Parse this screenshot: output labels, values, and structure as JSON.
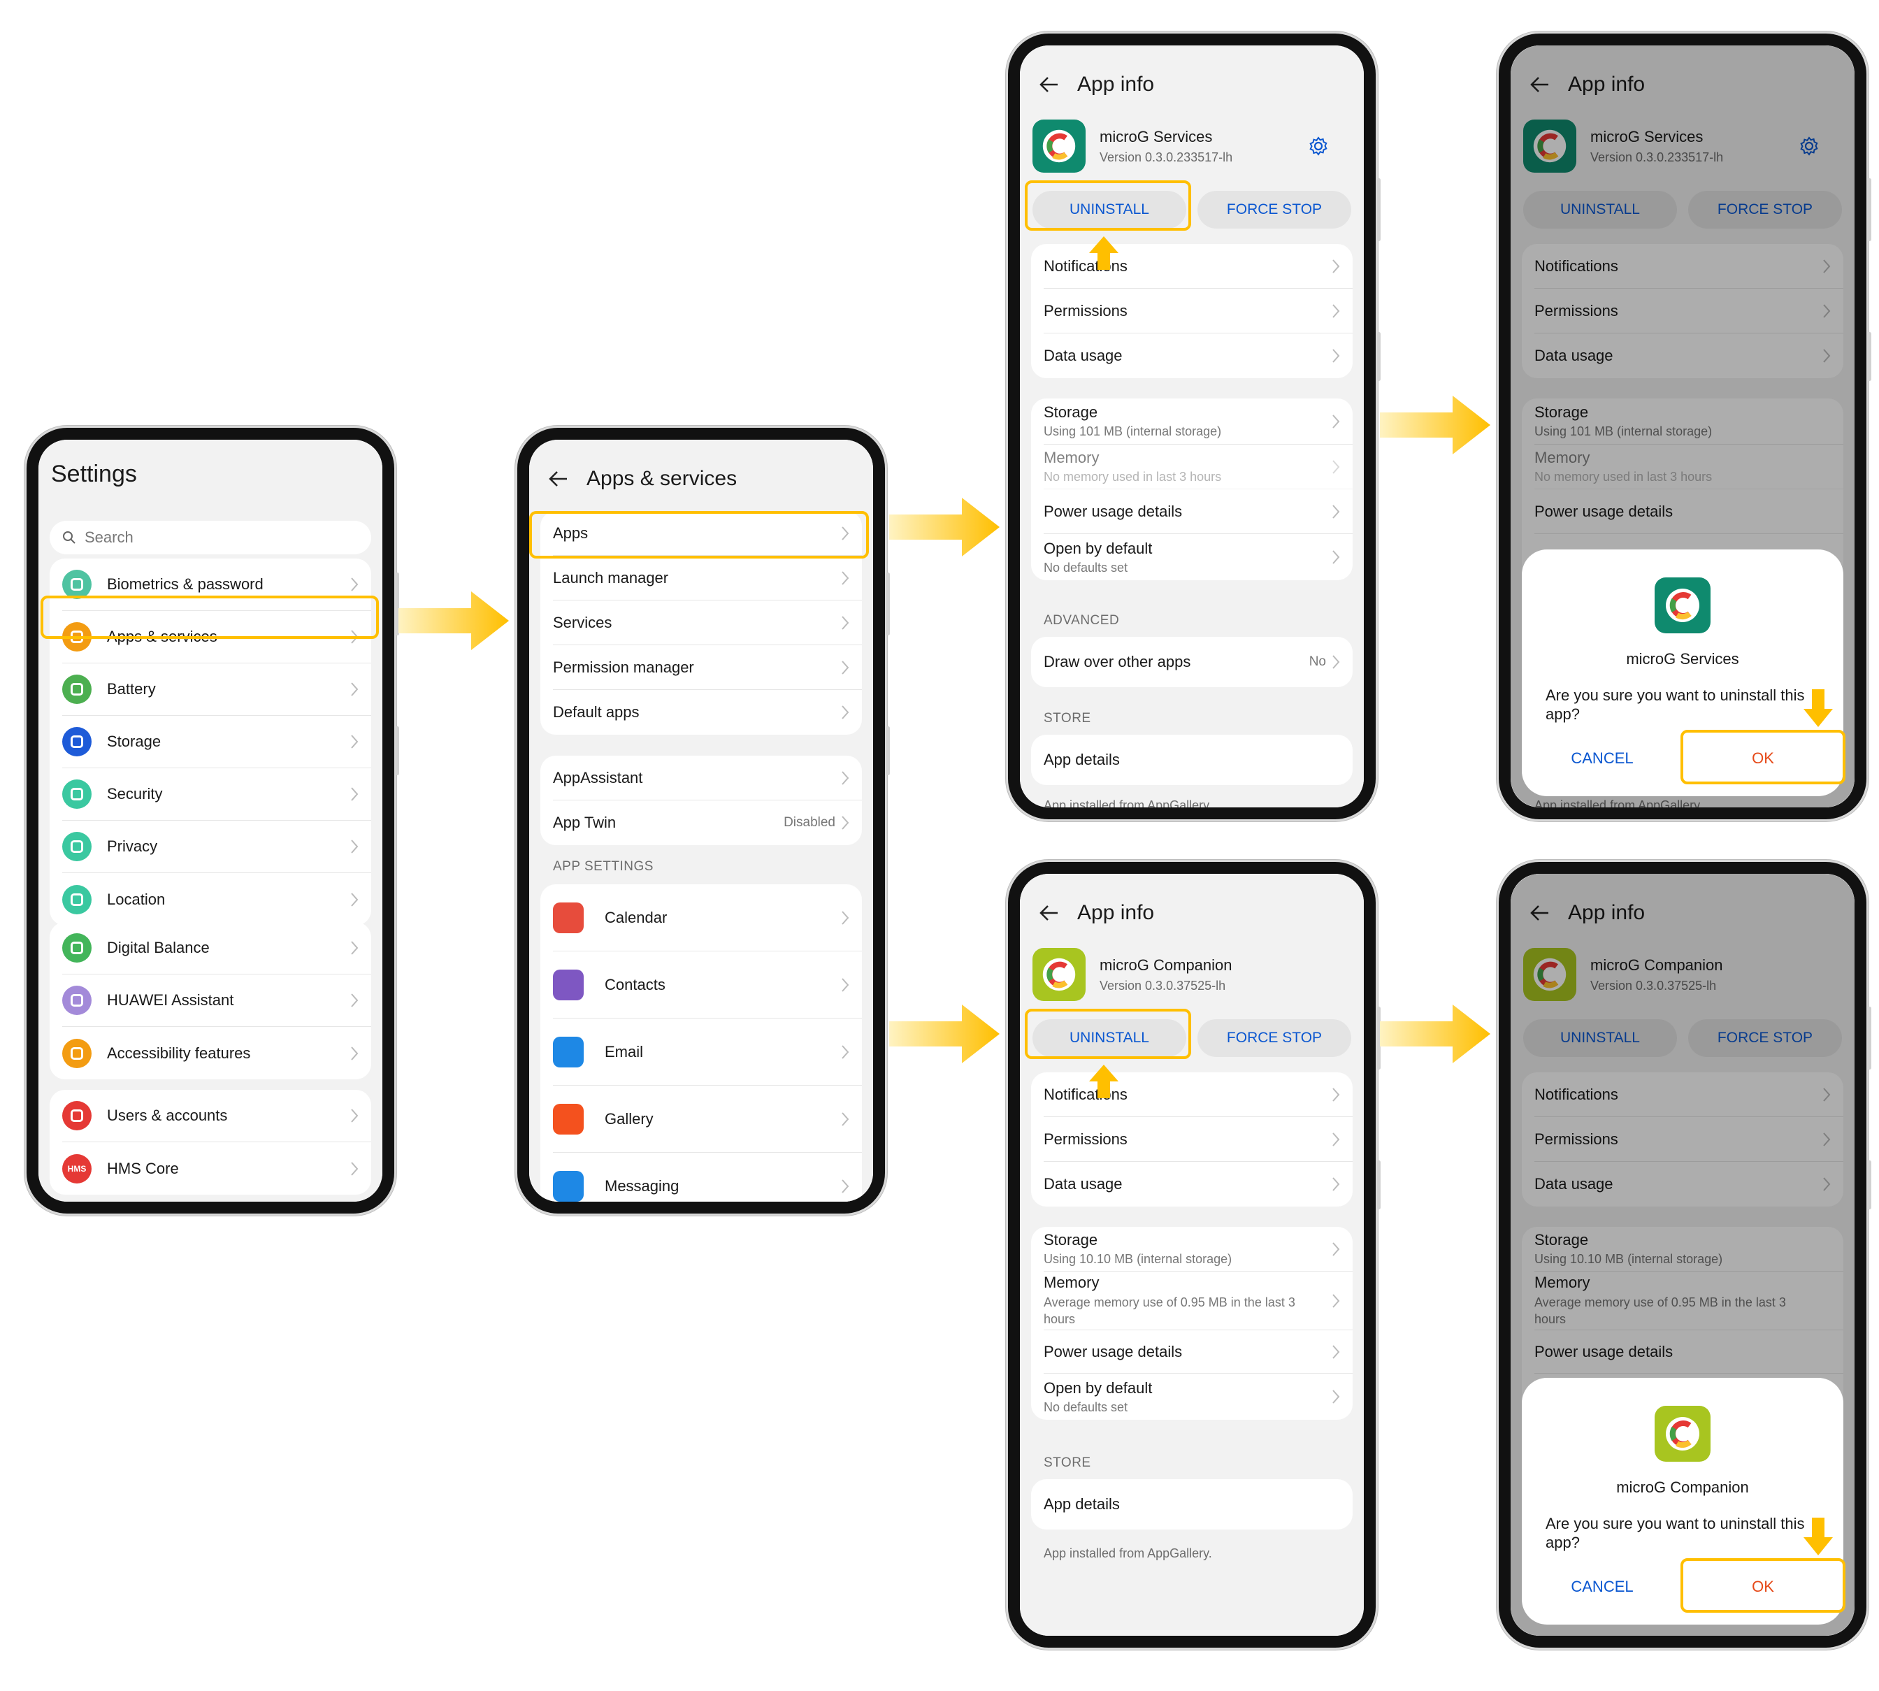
{
  "colors": {
    "highlight": "#ffbf00",
    "accent_blue": "#0b57d0",
    "ok_red": "#e64a19"
  },
  "settings": {
    "title": "Settings",
    "search_placeholder": "Search",
    "group1": [
      {
        "label": "Biometrics & password",
        "icon": "key-icon",
        "color": "#4fc3a1"
      },
      {
        "label": "Apps & services",
        "icon": "apps-grid-icon",
        "color": "#f39c12"
      },
      {
        "label": "Battery",
        "icon": "battery-icon",
        "color": "#4caf50"
      },
      {
        "label": "Storage",
        "icon": "storage-icon",
        "color": "#1e5bd8"
      },
      {
        "label": "Security",
        "icon": "shield-icon",
        "color": "#3ac8a0"
      },
      {
        "label": "Privacy",
        "icon": "privacy-icon",
        "color": "#3ac8a0"
      },
      {
        "label": "Location",
        "icon": "location-pin-icon",
        "color": "#3ac8a0"
      }
    ],
    "group2": [
      {
        "label": "Digital Balance",
        "icon": "hourglass-icon",
        "color": "#43b55a"
      },
      {
        "label": "HUAWEI Assistant",
        "icon": "assistant-orb-icon",
        "color": "#a38ad9"
      },
      {
        "label": "Accessibility features",
        "icon": "hand-icon",
        "color": "#f39c12"
      }
    ],
    "group3": [
      {
        "label": "Users & accounts",
        "icon": "user-icon",
        "color": "#e53935"
      },
      {
        "label": "HMS Core",
        "icon": "hms-icon",
        "color": "#e53935",
        "text": "HMS"
      }
    ]
  },
  "apps_services": {
    "title": "Apps & services",
    "group1": [
      "Apps",
      "Launch manager",
      "Services",
      "Permission manager",
      "Default apps"
    ],
    "group2": [
      {
        "label": "AppAssistant",
        "value": ""
      },
      {
        "label": "App Twin",
        "value": "Disabled"
      }
    ],
    "section": "APP SETTINGS",
    "group3": [
      {
        "label": "Calendar",
        "icon": "calendar-icon",
        "color": "#e74c3c"
      },
      {
        "label": "Contacts",
        "icon": "contacts-icon",
        "color": "#7e57c2"
      },
      {
        "label": "Email",
        "icon": "email-icon",
        "color": "#1e88e5"
      },
      {
        "label": "Gallery",
        "icon": "gallery-icon",
        "color": "#f4511e"
      },
      {
        "label": "Messaging",
        "icon": "messaging-icon",
        "color": "#1e88e5"
      }
    ]
  },
  "services_info": {
    "title": "App info",
    "app_name": "microG Services",
    "version": "Version 0.3.0.233517-lh",
    "uninstall": "UNINSTALL",
    "force_stop": "FORCE STOP",
    "group1": [
      "Notifications",
      "Permissions",
      "Data usage"
    ],
    "storage_label": "Storage",
    "storage_sub": "Using 101 MB (internal storage)",
    "memory_label": "Memory",
    "memory_sub": "No memory used in last 3 hours",
    "power": "Power usage details",
    "open_default": "Open by default",
    "open_default_sub": "No defaults set",
    "advanced": "ADVANCED",
    "draw_over": "Draw over other apps",
    "draw_over_val": "No",
    "store": "STORE",
    "app_details": "App details",
    "installed_from": "App installed from AppGallery.",
    "dialog_q": "Are you sure you want to uninstall this app?",
    "cancel": "CANCEL",
    "ok": "OK"
  },
  "companion_info": {
    "title": "App info",
    "app_name": "microG Companion",
    "version": "Version 0.3.0.37525-lh",
    "uninstall": "UNINSTALL",
    "force_stop": "FORCE STOP",
    "group1": [
      "Notifications",
      "Permissions",
      "Data usage"
    ],
    "storage_label": "Storage",
    "storage_sub": "Using 10.10 MB (internal storage)",
    "memory_label": "Memory",
    "memory_sub": "Average memory use of 0.95 MB in the last 3 hours",
    "power": "Power usage details",
    "open_default": "Open by default",
    "open_default_sub": "No defaults set",
    "store": "STORE",
    "app_details": "App details",
    "installed_from": "App installed from AppGallery.",
    "dialog_q": "Are you sure you want to uninstall this app?",
    "cancel": "CANCEL",
    "ok": "OK"
  }
}
